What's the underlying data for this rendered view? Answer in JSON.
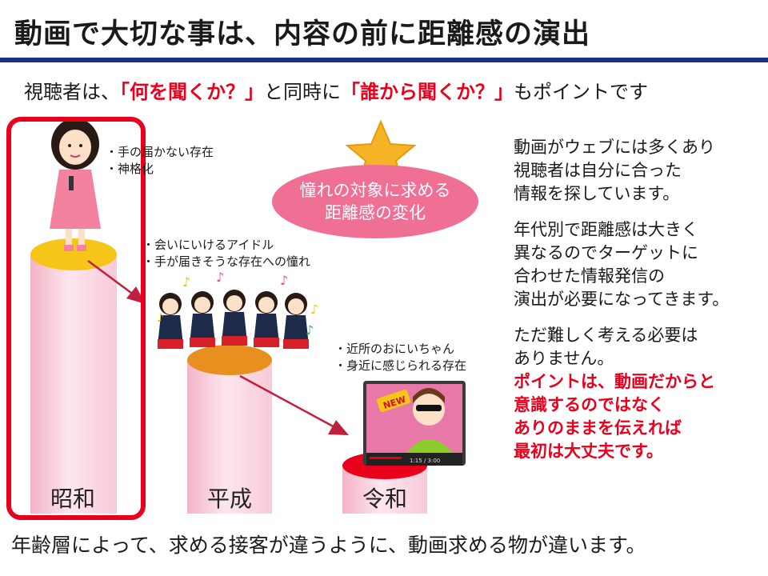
{
  "title": "動画で大切な事は、内容の前に距離感の演出",
  "subtitle": {
    "prefix": "視聴者は、",
    "em1": "「何を聞くか？」",
    "mid": "と同時に",
    "em2": "「誰から聞くか？」",
    "suffix": "もポイントです"
  },
  "bubble": {
    "line1": "憧れの対象に求める",
    "line2": "距離感の変化"
  },
  "eras": [
    {
      "label": "昭和",
      "notes": [
        "・手の届かない存在",
        "・神格化"
      ]
    },
    {
      "label": "平成",
      "notes": [
        "・会いにいけるアイドル",
        "・手が届きそうな存在への憧れ"
      ]
    },
    {
      "label": "令和",
      "notes": [
        "・近所のおにいちゃん",
        "・身近に感じられる存在"
      ]
    }
  ],
  "video": {
    "badge": "NEW",
    "time": "1:15 / 3:00"
  },
  "right_text": {
    "p1": "動画がウェブには多くあり\n視聴者は自分に合った\n情報を探しています。",
    "p2": "年代別で距離感は大きく\n異なるのでターゲットに\n合わせた情報発信の\n演出が必要になってきます。",
    "p3": "ただ難しく考える必要は\nありません。",
    "p3_red": "ポイントは、動画だからと\n意識するのではなく\nありのままを伝えれば\n最初は大丈夫です。"
  },
  "bottom": "年齢層によって、求める接客が違うように、動画求める物が違います。",
  "colors": {
    "rule": "#1c2f8a",
    "accent_red": "#e8001c",
    "bubble_pink": "#ef6f95",
    "star": "#f5b325"
  }
}
